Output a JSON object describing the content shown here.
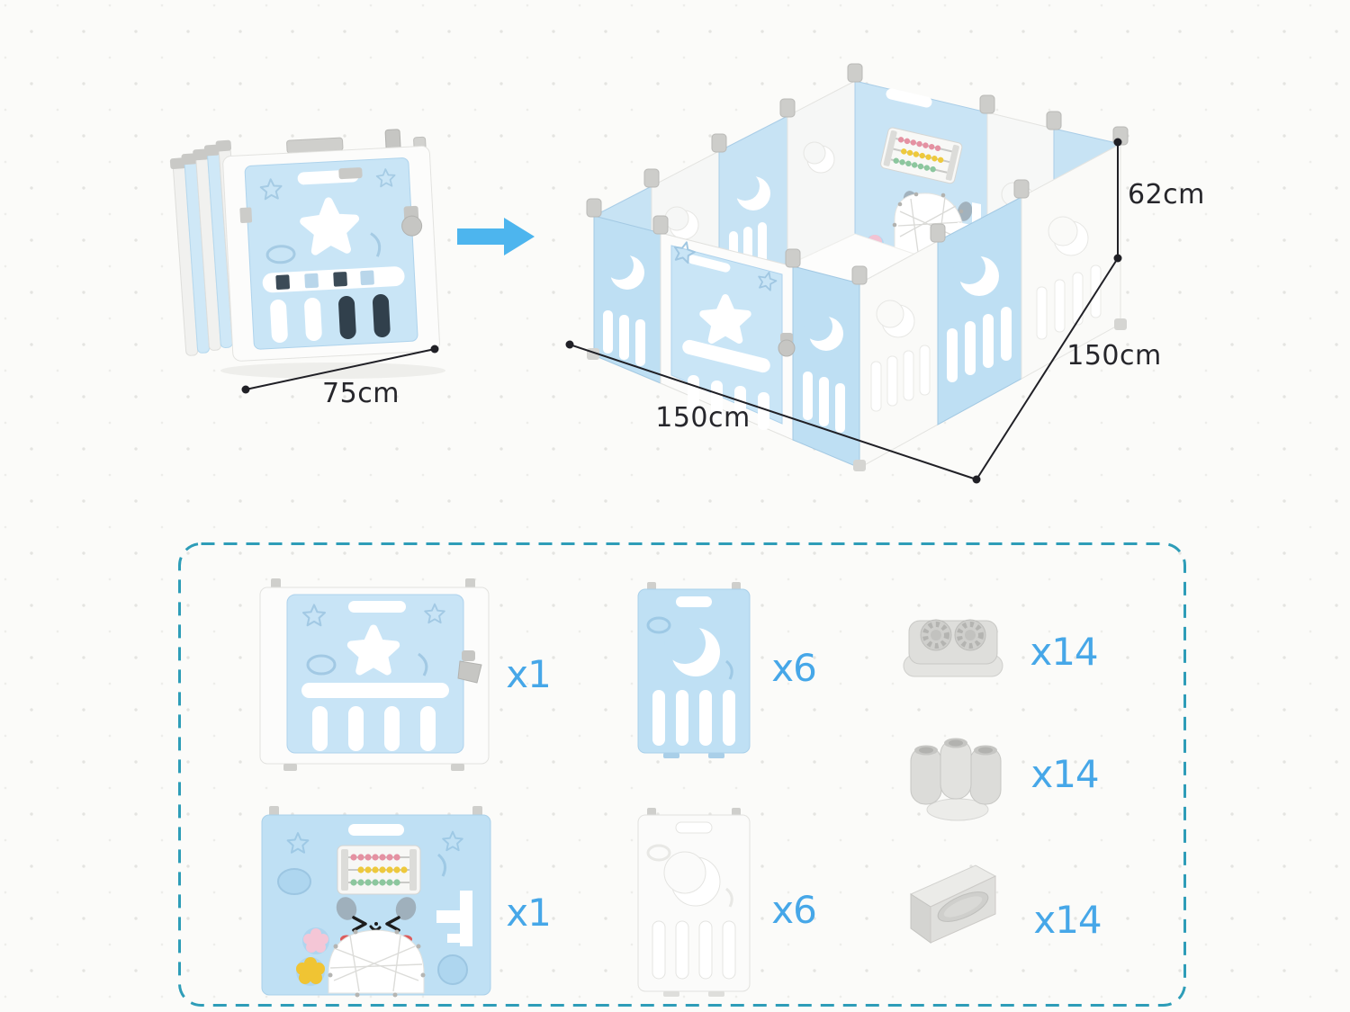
{
  "colors": {
    "background": "#fbfbf9",
    "accent_text_blue": "#46a7e8",
    "dimension_text": "#26262b",
    "dashed_border": "#2e9db8",
    "arrow_blue": "#4db5ee",
    "panel_blue": "#c5e3f5",
    "panel_white": "#fbfbfa",
    "connector_gray": "#d9d9d6"
  },
  "icons": {
    "transform_arrow": "right-arrow"
  },
  "top_section": {
    "folded_view": {
      "width_label": "75cm"
    },
    "assembled_view": {
      "height_label": "62cm",
      "depth_label": "150cm",
      "width_label": "150cm"
    }
  },
  "parts_list": {
    "door_panel": {
      "qty": "x1"
    },
    "blue_moon_panel": {
      "qty": "x6"
    },
    "foot_connector": {
      "qty": "x14"
    },
    "play_panel": {
      "qty": "x1"
    },
    "white_moon_panel": {
      "qty": "x6"
    },
    "tube_connector": {
      "qty": "x14"
    },
    "corner_plate": {
      "qty": "x14"
    }
  }
}
